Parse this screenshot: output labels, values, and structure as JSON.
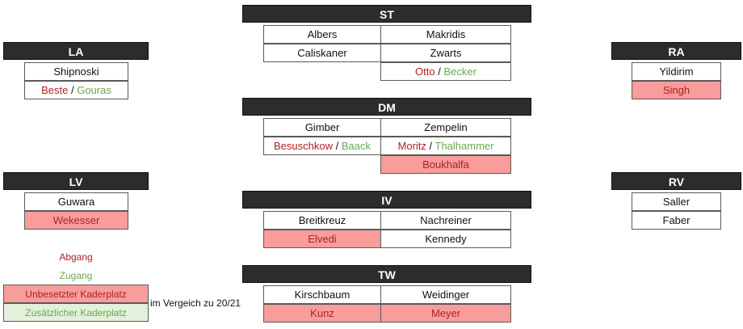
{
  "positions": {
    "st": {
      "label": "ST",
      "rows": [
        [
          "Albers",
          "Makridis"
        ],
        [
          "Caliskaner",
          "Zwarts"
        ]
      ],
      "extra": {
        "out": "Otto",
        "sep": " / ",
        "in": "Becker"
      }
    },
    "la": {
      "label": "LA",
      "player": "Shipnoski",
      "extra": {
        "out": "Beste",
        "sep": " / ",
        "in": "Gouras"
      }
    },
    "ra": {
      "label": "RA",
      "player": "Yildirim",
      "vacant": "Singh"
    },
    "dm": {
      "label": "DM",
      "row1": [
        "Gimber",
        "Zempelin"
      ],
      "row2_left": {
        "out": "Besuschkow",
        "sep": " / ",
        "in": "Baack"
      },
      "row2_right": {
        "out": "Moritz",
        "sep": " / ",
        "in": "Thalhammer"
      },
      "vacant": "Boukhalfa"
    },
    "lv": {
      "label": "LV",
      "player": "Guwara",
      "vacant": "Wekesser"
    },
    "rv": {
      "label": "RV",
      "players": [
        "Saller",
        "Faber"
      ]
    },
    "iv": {
      "label": "IV",
      "row1": [
        "Breitkreuz",
        "Nachreiner"
      ],
      "row2": [
        "Elvedi",
        "Kennedy"
      ]
    },
    "tw": {
      "label": "TW",
      "row1": [
        "Kirschbaum",
        "Weidinger"
      ],
      "row2": [
        "Kunz",
        "Meyer"
      ]
    }
  },
  "legend": {
    "abgang": "Abgang",
    "zugang": "Zugang",
    "unbesetzt": "Unbesetzter Kaderplatz",
    "zusaetzlich": "Zusätzlicher Kaderplatz",
    "note": "im Vergeich zu 20/21"
  },
  "colors": {
    "header_bg": "#2c2c2c",
    "departure_text": "#b02020",
    "arrival_text": "#6aa84f",
    "vacant_bg": "#f89c9c",
    "additional_bg": "#e3f0db"
  }
}
